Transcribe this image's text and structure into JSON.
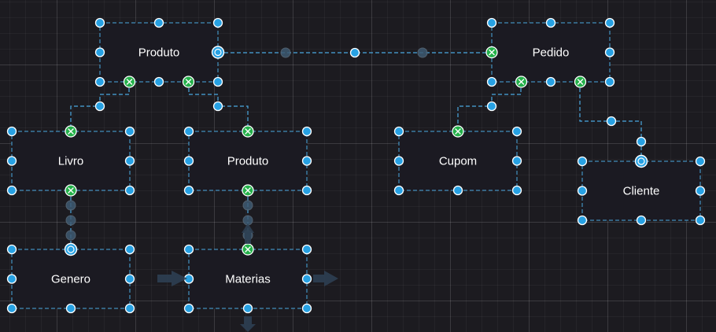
{
  "nodes": [
    {
      "id": "produto-top",
      "label": "Produto"
    },
    {
      "id": "pedido",
      "label": "Pedido"
    },
    {
      "id": "livro",
      "label": "Livro"
    },
    {
      "id": "produto-mid",
      "label": "Produto"
    },
    {
      "id": "cupom",
      "label": "Cupom"
    },
    {
      "id": "cliente",
      "label": "Cliente"
    },
    {
      "id": "genero",
      "label": "Genero"
    },
    {
      "id": "materias",
      "label": "Materias"
    }
  ],
  "edges": [
    {
      "from": "produto-top",
      "to": "pedido"
    },
    {
      "from": "produto-top",
      "to": "livro"
    },
    {
      "from": "produto-top",
      "to": "produto-mid"
    },
    {
      "from": "pedido",
      "to": "cupom"
    },
    {
      "from": "pedido",
      "to": "cliente"
    },
    {
      "from": "livro",
      "to": "genero"
    },
    {
      "from": "produto-mid",
      "to": "materias"
    }
  ],
  "colors": {
    "canvas_background": "#1c1b20",
    "node_fill": "#1b1a22",
    "connector_accent": "#27a1e3",
    "connected_badge": "#24b14a"
  }
}
